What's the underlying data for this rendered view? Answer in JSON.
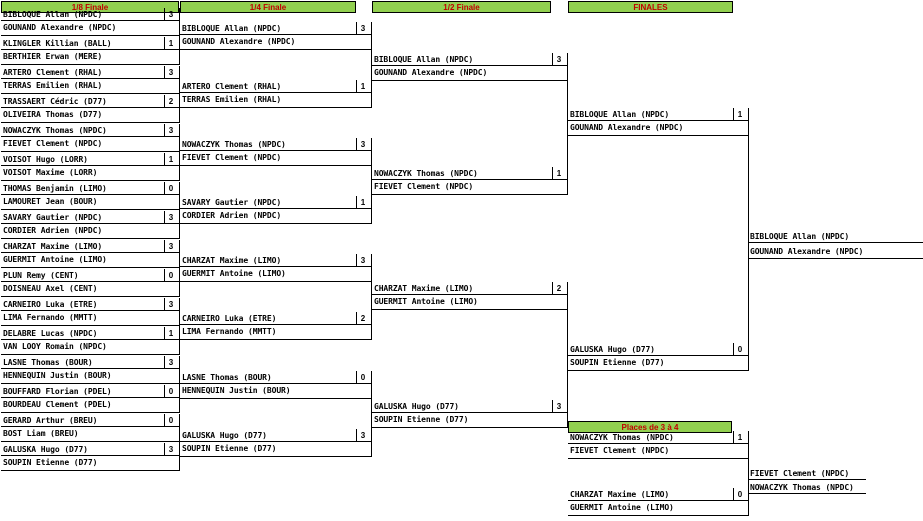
{
  "headers": {
    "r16": "1/8 Finale",
    "qf": "1/4 Finale",
    "sf": "1/2 Finale",
    "final": "FINALES",
    "third": "Places de 3 à 4"
  },
  "r16": [
    {
      "top": "BIBLOQUE Allan (NPDC)",
      "bottom": "GOUNAND Alexandre (NPDC)",
      "score": "3"
    },
    {
      "top": "KLINGLER Killian (BALL)",
      "bottom": "BERTHIER Erwan (MERE)",
      "score": "1"
    },
    {
      "top": "ARTERO Clement (RHAL)",
      "bottom": "TERRAS Emilien (RHAL)",
      "score": "3"
    },
    {
      "top": "TRASSAERT Cédric (D77)",
      "bottom": "OLIVEIRA Thomas (D77)",
      "score": "2"
    },
    {
      "top": "NOWACZYK Thomas (NPDC)",
      "bottom": "FIEVET Clement (NPDC)",
      "score": "3"
    },
    {
      "top": "VOISOT Hugo (LORR)",
      "bottom": "VOISOT Maxime (LORR)",
      "score": "1"
    },
    {
      "top": "THOMAS Benjamin (LIMO)",
      "bottom": "LAMOURET Jean (BOUR)",
      "score": "0"
    },
    {
      "top": "SAVARY Gautier (NPDC)",
      "bottom": "CORDIER Adrien (NPDC)",
      "score": "3"
    },
    {
      "top": "CHARZAT Maxime (LIMO)",
      "bottom": "GUERMIT Antoine (LIMO)",
      "score": "3"
    },
    {
      "top": "PLUN Remy (CENT)",
      "bottom": "DOISNEAU Axel (CENT)",
      "score": "0"
    },
    {
      "top": "CARNEIRO Luka (ETRE)",
      "bottom": "LIMA Fernando (MMTT)",
      "score": "3"
    },
    {
      "top": "DELABRE Lucas (NPDC)",
      "bottom": "VAN LOOY Romain (NPDC)",
      "score": "1"
    },
    {
      "top": "LASNE Thomas (BOUR)",
      "bottom": "HENNEQUIN Justin (BOUR)",
      "score": "3"
    },
    {
      "top": "BOUFFARD Florian (PDEL)",
      "bottom": "BOURDEAU Clement (PDEL)",
      "score": "0"
    },
    {
      "top": "GERARD Arthur (BREU)",
      "bottom": "BOST Liam (BREU)",
      "score": "0"
    },
    {
      "top": "GALUSKA Hugo (D77)",
      "bottom": "SOUPIN Etienne (D77)",
      "score": "3"
    }
  ],
  "qf": [
    {
      "top": "BIBLOQUE Allan (NPDC)",
      "bottom": "GOUNAND Alexandre (NPDC)",
      "score": "3"
    },
    {
      "top": "ARTERO Clement (RHAL)",
      "bottom": "TERRAS Emilien (RHAL)",
      "score": "1"
    },
    {
      "top": "NOWACZYK Thomas (NPDC)",
      "bottom": "FIEVET Clement (NPDC)",
      "score": "3"
    },
    {
      "top": "SAVARY Gautier (NPDC)",
      "bottom": "CORDIER Adrien (NPDC)",
      "score": "1"
    },
    {
      "top": "CHARZAT Maxime (LIMO)",
      "bottom": "GUERMIT Antoine (LIMO)",
      "score": "3"
    },
    {
      "top": "CARNEIRO Luka (ETRE)",
      "bottom": "LIMA Fernando (MMTT)",
      "score": "2"
    },
    {
      "top": "LASNE Thomas (BOUR)",
      "bottom": "HENNEQUIN Justin (BOUR)",
      "score": "0"
    },
    {
      "top": "GALUSKA Hugo (D77)",
      "bottom": "SOUPIN Etienne (D77)",
      "score": "3"
    }
  ],
  "sf": [
    {
      "top": "BIBLOQUE Allan (NPDC)",
      "bottom": "GOUNAND Alexandre (NPDC)",
      "score": "3"
    },
    {
      "top": "NOWACZYK Thomas (NPDC)",
      "bottom": "FIEVET Clement (NPDC)",
      "score": "1"
    },
    {
      "top": "CHARZAT Maxime (LIMO)",
      "bottom": "GUERMIT Antoine (LIMO)",
      "score": "2"
    },
    {
      "top": "GALUSKA Hugo (D77)",
      "bottom": "SOUPIN Etienne (D77)",
      "score": "3"
    }
  ],
  "final": [
    {
      "top": "BIBLOQUE Allan (NPDC)",
      "bottom": "GOUNAND Alexandre (NPDC)",
      "score": "1"
    },
    {
      "top": "GALUSKA Hugo (D77)",
      "bottom": "SOUPIN Etienne (D77)",
      "score": "0"
    }
  ],
  "champion": {
    "top": "BIBLOQUE Allan (NPDC)",
    "bottom": "GOUNAND Alexandre (NPDC)"
  },
  "third": [
    {
      "top": "NOWACZYK Thomas (NPDC)",
      "bottom": "FIEVET Clement (NPDC)",
      "score": "1"
    },
    {
      "top": "CHARZAT Maxime (LIMO)",
      "bottom": "GUERMIT Antoine (LIMO)",
      "score": "0"
    }
  ],
  "third_winner": {
    "top": "FIEVET Clement (NPDC)",
    "bottom": "NOWACZYK Thomas (NPDC)"
  }
}
